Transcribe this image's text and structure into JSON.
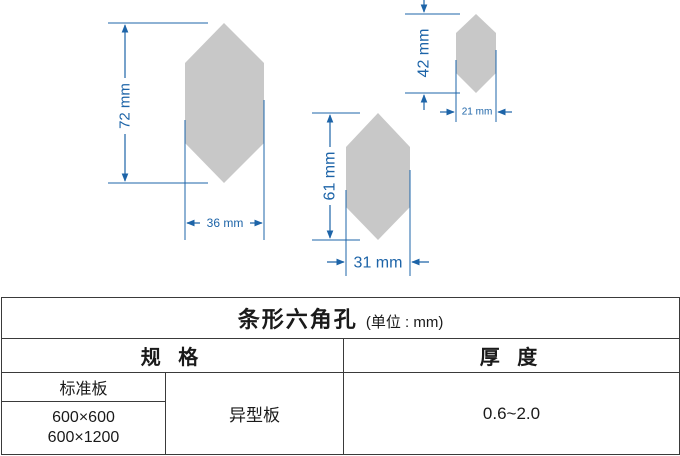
{
  "diagram": {
    "hexagons": [
      {
        "height_label": "72 mm",
        "width_label": "36 mm"
      },
      {
        "height_label": "61 mm",
        "width_label": "31 mm"
      },
      {
        "height_label": "42 mm",
        "width_label": "21 mm"
      }
    ],
    "colors": {
      "shape_fill": "#c8c8c8",
      "dimension": "#1d64a8"
    }
  },
  "table": {
    "title": "条形六角孔",
    "unit": "(单位 : mm)",
    "spec_header": "规 格",
    "thickness_header": "厚 度",
    "standard_label": "标准板",
    "standard_sizes": [
      "600×600",
      "600×1200"
    ],
    "custom_label": "异型板",
    "thickness_value": "0.6~2.0"
  }
}
